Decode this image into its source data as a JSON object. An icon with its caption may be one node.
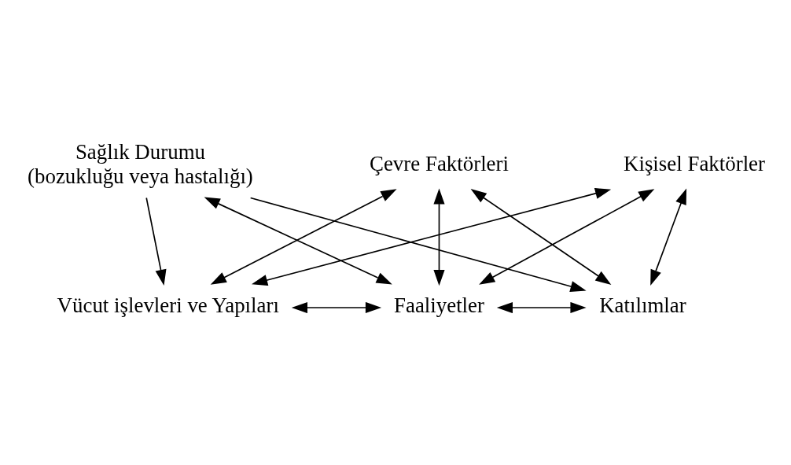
{
  "diagram": {
    "nodes": [
      {
        "text": [
          "Sağlık Durumu",
          "(bozukluğu veya hastalığı)"
        ]
      },
      {
        "text": [
          "Vücut işlevleri ve Yapıları"
        ]
      },
      {
        "text": [
          "Faaliyetler"
        ]
      },
      {
        "text": [
          "Katılımlar"
        ]
      },
      {
        "text": [
          "Çevre Faktörleri"
        ]
      },
      {
        "text": [
          "Kişisel Faktörler"
        ]
      }
    ],
    "edges": [
      {
        "from": 0,
        "to": 1,
        "arrow": "to"
      },
      {
        "from": 0,
        "to": 2,
        "arrow": "both"
      },
      {
        "from": 0,
        "to": 3,
        "arrow": "to"
      },
      {
        "from": 1,
        "to": 2,
        "arrow": "both"
      },
      {
        "from": 2,
        "to": 3,
        "arrow": "both"
      },
      {
        "from": 4,
        "to": 1,
        "arrow": "both"
      },
      {
        "from": 4,
        "to": 2,
        "arrow": "both"
      },
      {
        "from": 4,
        "to": 3,
        "arrow": "both"
      },
      {
        "from": 5,
        "to": 1,
        "arrow": "both"
      },
      {
        "from": 5,
        "to": 2,
        "arrow": "both"
      },
      {
        "from": 5,
        "to": 3,
        "arrow": "both"
      }
    ]
  }
}
